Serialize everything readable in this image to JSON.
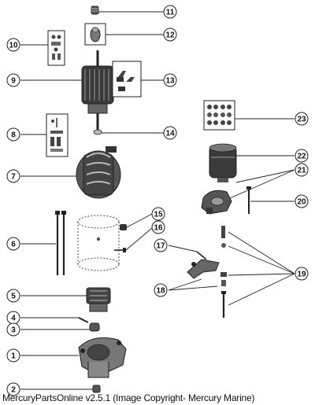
{
  "diagram": {
    "type": "exploded-parts-diagram",
    "callouts": [
      "1",
      "2",
      "3",
      "4",
      "5",
      "6",
      "7",
      "8",
      "9",
      "10",
      "11",
      "12",
      "13",
      "14",
      "15",
      "16",
      "17",
      "18",
      "19",
      "20",
      "21",
      "22",
      "23"
    ]
  },
  "footer": {
    "text": "MercuryPartsOnline v2.5.1 (Image Copyright- Mercury Marine)"
  }
}
